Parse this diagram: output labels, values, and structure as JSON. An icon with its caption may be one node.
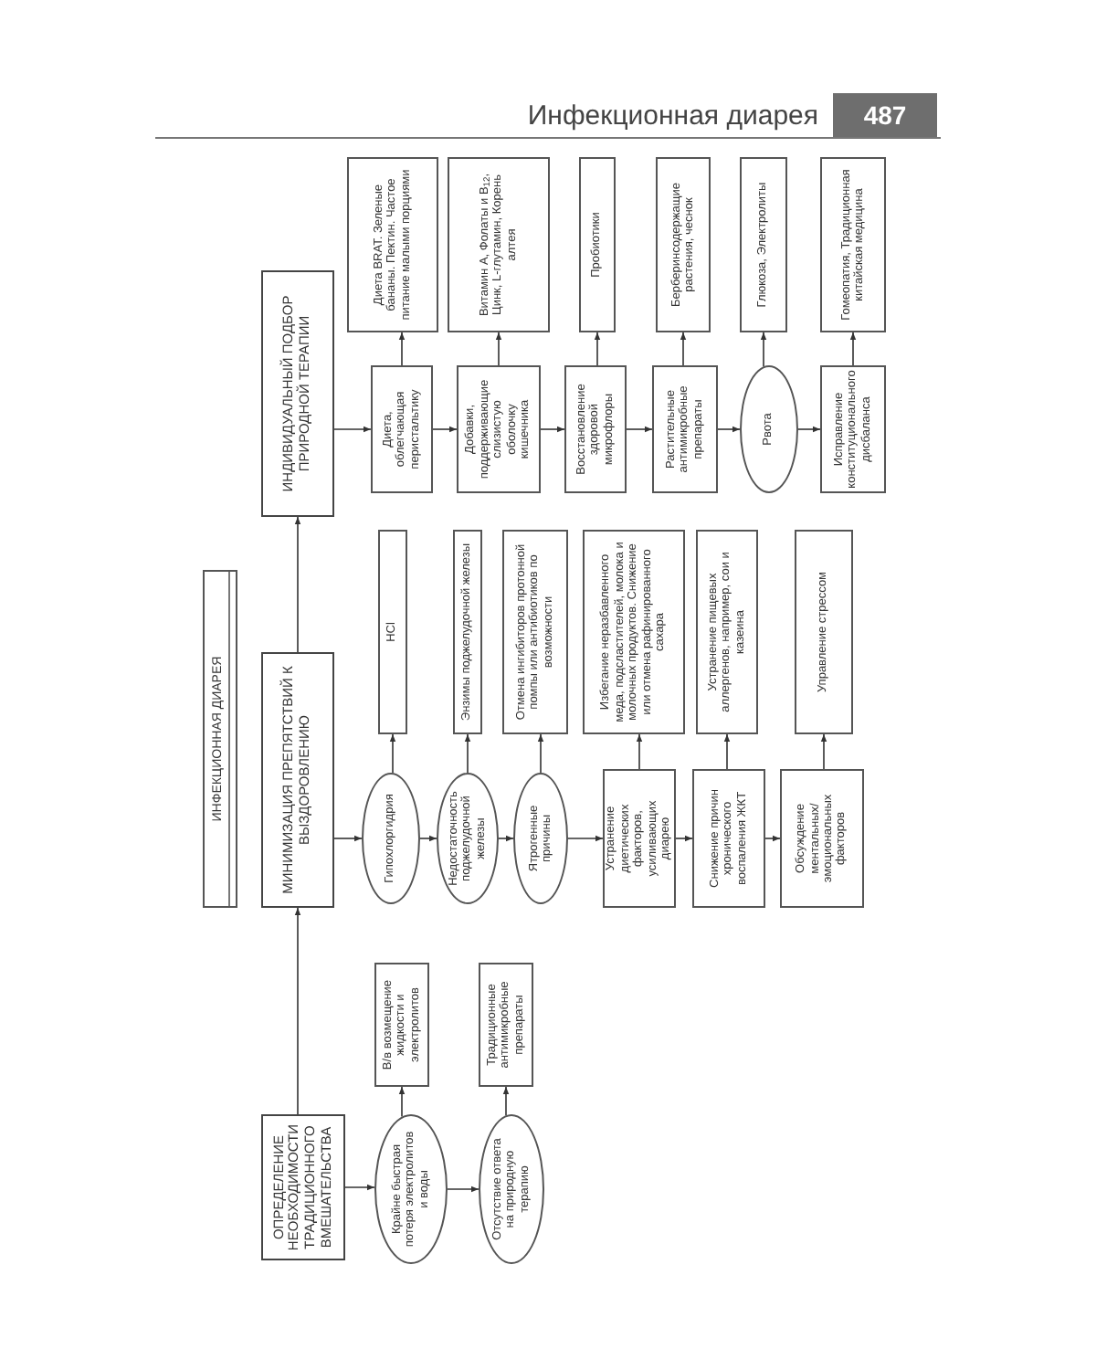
{
  "diagram": {
    "nodes": [
      {
        "text": [
          "ИНФЕКЦИОННАЯ ДИАРЕЯ"
        ]
      },
      {
        "text": [
          "ОПРЕДЕЛЕНИЕ НЕОБХОДИМОСТИ ТРАДИЦИОННОГО ВМЕШАТЕЛЬСТВА"
        ]
      },
      {
        "text": [
          "МИНИМИЗАЦИЯ ПРЕПЯТСТВИЙ К ВЫЗДОРОВЛЕНИЮ"
        ]
      },
      {
        "text": [
          "ИНДИВИДУАЛЬНЫЙ ПОДБОР ПРИРОДНОЙ ТЕРАПИИ"
        ]
      },
      {
        "text": [
          "Крайне быстрая потеря электролитов и воды"
        ]
      },
      {
        "text": [
          "В/в возмещение жидкости и электролитов"
        ]
      },
      {
        "text": [
          "Отсутствие ответа на природную терапию"
        ]
      },
      {
        "text": [
          "Традиционные антимикробные препараты"
        ]
      },
      {
        "text": [
          "Гипохлоргидрия"
        ]
      },
      {
        "text": [
          "HCl"
        ]
      },
      {
        "text": [
          "Недостаточность поджелудочной железы"
        ]
      },
      {
        "text": [
          "Энзимы поджелудочной железы"
        ]
      },
      {
        "text": [
          "Ятрогенные причины"
        ]
      },
      {
        "text": [
          "Отмена ингибиторов протонной помпы или антибиотиков по возможности"
        ]
      },
      {
        "text": [
          "Устранение диетических факторов, усиливающих диарею"
        ]
      },
      {
        "text": [
          "Избегание неразбавленного меда, подсластителей, молока и молочных продуктов. Снижение или отмена рафинированного сахара"
        ]
      },
      {
        "text": [
          "Снижение причин хронического воспаления ЖКТ"
        ]
      },
      {
        "text": [
          "Устранение пищевых аллергенов, например, сои и казеина"
        ]
      },
      {
        "text": [
          "Обсуждение ментальных/эмоциональных факторов"
        ]
      },
      {
        "text": [
          "Управление стрессом"
        ]
      },
      {
        "text": [
          "Диета, облегчающая перистальтику"
        ]
      },
      {
        "text": [
          "Диета BRAT. Зеленые бананы. Пектин. Частое питание малыми порциями"
        ]
      },
      {
        "text": [
          "Добавки, поддерживающие слизистую оболочку кишечника"
        ]
      },
      {
        "text": [
          "Витамин A, Фолаты и B$_{12}$, Цинк, L-глутамин, Корень алтея"
        ]
      },
      {
        "text": [
          "Восстановление здоровой микрофлоры"
        ]
      },
      {
        "text": [
          "Пробиотики"
        ]
      },
      {
        "text": [
          "Растительные антимикробные препараты"
        ]
      },
      {
        "text": [
          "Берберинсодержащие растения, чеснок"
        ]
      },
      {
        "text": [
          "Рвота"
        ]
      },
      {
        "text": [
          "Глюкоза, Электролиты"
        ]
      },
      {
        "text": [
          "Исправление конституционального дисбаланса"
        ]
      },
      {
        "text": [
          "Гомеопатия, Традиционная китайская медицина"
        ]
      }
    ],
    "edges": [
      {
        "from": 1,
        "to": 2,
        "arrow": "to"
      },
      {
        "from": 2,
        "to": 3,
        "arrow": "to"
      },
      {
        "from": 1,
        "to": 4,
        "arrow": "to"
      },
      {
        "from": 4,
        "to": 6,
        "arrow": "to"
      },
      {
        "from": 4,
        "to": 5,
        "arrow": "to"
      },
      {
        "from": 6,
        "to": 7,
        "arrow": "to"
      },
      {
        "from": 2,
        "to": 8,
        "arrow": "to"
      },
      {
        "from": 8,
        "to": 10,
        "arrow": "to"
      },
      {
        "from": 10,
        "to": 12,
        "arrow": "to"
      },
      {
        "from": 12,
        "to": 14,
        "arrow": "to"
      },
      {
        "from": 14,
        "to": 16,
        "arrow": "to"
      },
      {
        "from": 16,
        "to": 18,
        "arrow": "to"
      },
      {
        "from": 8,
        "to": 9,
        "arrow": "to"
      },
      {
        "from": 10,
        "to": 11,
        "arrow": "to"
      },
      {
        "from": 12,
        "to": 13,
        "arrow": "to"
      },
      {
        "from": 14,
        "to": 15,
        "arrow": "to"
      },
      {
        "from": 16,
        "to": 17,
        "arrow": "to"
      },
      {
        "from": 18,
        "to": 19,
        "arrow": "to"
      },
      {
        "from": 3,
        "to": 20,
        "arrow": "to"
      },
      {
        "from": 20,
        "to": 22,
        "arrow": "to"
      },
      {
        "from": 22,
        "to": 24,
        "arrow": "to"
      },
      {
        "from": 24,
        "to": 26,
        "arrow": "to"
      },
      {
        "from": 26,
        "to": 28,
        "arrow": "to"
      },
      {
        "from": 28,
        "to": 30,
        "arrow": "to"
      },
      {
        "from": 20,
        "to": 21,
        "arrow": "to"
      },
      {
        "from": 22,
        "to": 23,
        "arrow": "to"
      },
      {
        "from": 24,
        "to": 25,
        "arrow": "to"
      },
      {
        "from": 26,
        "to": 27,
        "arrow": "to"
      },
      {
        "from": 28,
        "to": 29,
        "arrow": "to"
      },
      {
        "from": 30,
        "to": 31,
        "arrow": "to"
      }
    ],
    "labels": [
      "Инфекционная диарея",
      "487"
    ]
  }
}
